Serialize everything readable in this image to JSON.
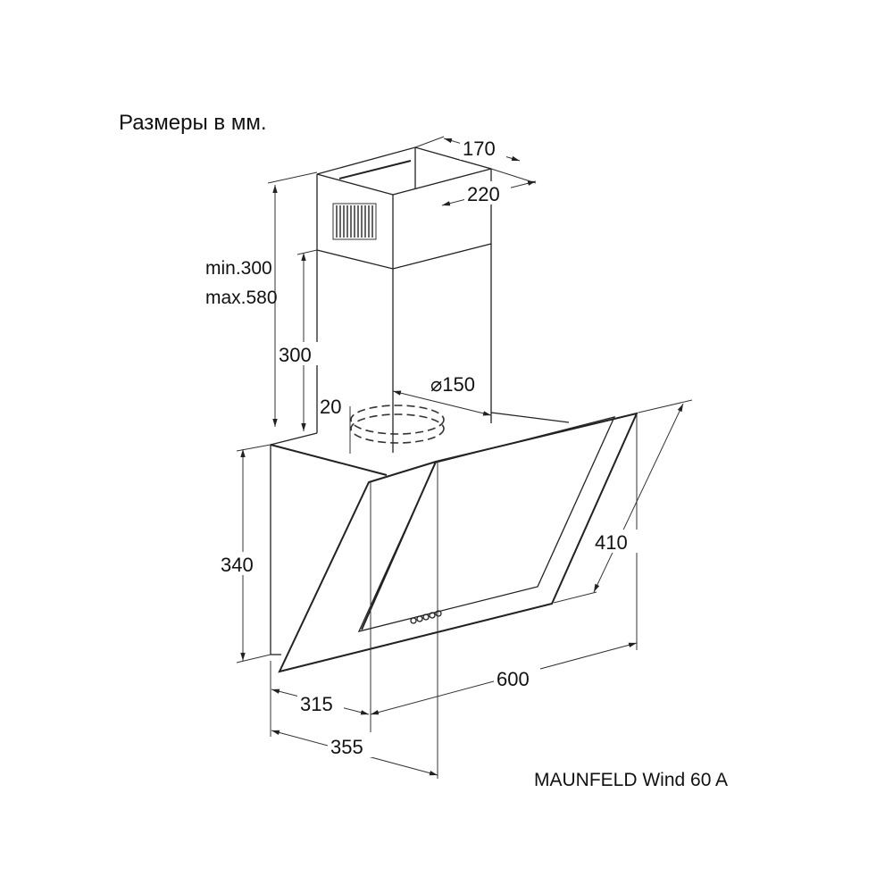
{
  "title": "Размеры в мм.",
  "model": "MAUNFELD Wind 60 A",
  "dimensions": {
    "chimney_depth": "170",
    "chimney_width": "220",
    "chimney_min": "min.300",
    "chimney_max": "max.580",
    "chimney_lower": "300",
    "duct_diameter": "⌀150",
    "duct_offset": "20",
    "body_height": "340",
    "glass_height": "410",
    "width": "600",
    "depth_inner": "315",
    "depth_total": "355"
  },
  "colors": {
    "line": "#222222",
    "text": "#111111"
  }
}
